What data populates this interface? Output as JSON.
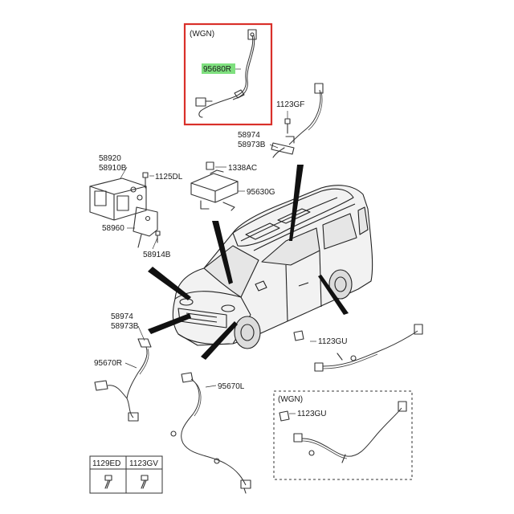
{
  "colors": {
    "highlight_box": "#d9302a",
    "highlight_label": "#7fe07f",
    "line": "#333333"
  },
  "callouts": {
    "wgn_top": "(WGN)",
    "sensor_rr": "95680R",
    "bolt_rear_right": "1123GF",
    "bracket_rear_a": "58974",
    "bracket_rear_b": "58973B",
    "hecu_a": "58920",
    "hecu_b": "58910B",
    "bolt_hecu": "1125DL",
    "nut_module": "1338AC",
    "module": "95630G",
    "bracket_hecu": "58960",
    "bracket_hecu_b": "58914B",
    "bracket_front_a": "58974",
    "bracket_front_b": "58973B",
    "sensor_fr": "95670R",
    "sensor_fl": "95670L",
    "bolt_rear_left": "1123GU",
    "wgn_bottom": "(WGN)",
    "bolt_rear_left_wgn": "1123GU"
  },
  "parts_table": {
    "columns": [
      "1129ED",
      "1123GV"
    ],
    "icons": [
      "bolt-icon",
      "bolt-icon"
    ]
  }
}
